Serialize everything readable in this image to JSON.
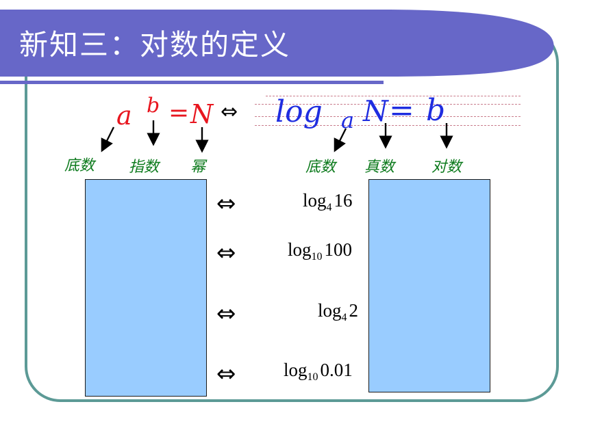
{
  "title": "新知三：对数的定义",
  "top_formula": {
    "a": "a",
    "b": "b",
    "eq": "=",
    "N": "N",
    "double_arrow": "⇔",
    "log": "log",
    "log_base": "a",
    "log_N": "N",
    "log_eq": "=",
    "log_b": "b"
  },
  "labels": {
    "base_left": "底数",
    "exponent": "指数",
    "power": "幂",
    "base_right": "底数",
    "antilog": "真数",
    "logarithm": "对数"
  },
  "rows": [
    {
      "arrow": "⇔",
      "log": "log",
      "base": "4",
      "arg": "16"
    },
    {
      "arrow": "⇔",
      "log": "log",
      "base": "10",
      "arg": "100"
    },
    {
      "arrow": "⇔",
      "log": "log",
      "base": "4",
      "arg": "2"
    },
    {
      "arrow": "⇔",
      "log": "log",
      "base": "10",
      "arg": "0.01"
    }
  ],
  "colors": {
    "title_band": "#6767c8",
    "frame": "#5c9a96",
    "answer_box": "#99ccff",
    "red_formula": "#e8161f",
    "blue_formula": "#1f2de0",
    "labels": "#0c7a1c"
  }
}
